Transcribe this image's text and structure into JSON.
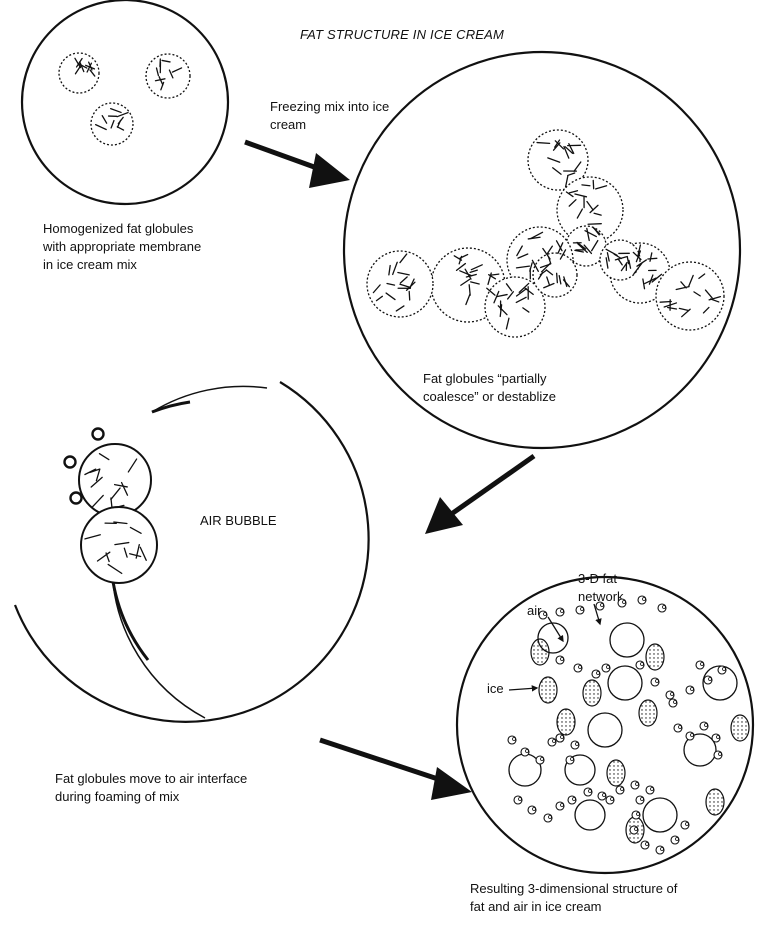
{
  "title": "FAT STRUCTURE IN ICE CREAM",
  "captions": {
    "homogenized": [
      "Homogenized fat globules",
      "with appropriate membrane",
      "in ice cream mix"
    ],
    "freezing": [
      "Freezing mix into ice",
      "cream"
    ],
    "coalesce": [
      "Fat globules “partially",
      "coalesce” or destablize"
    ],
    "air_interface": [
      "Fat globules move to air interface",
      "during foaming of mix"
    ],
    "resulting": [
      "Resulting 3-dimensional structure of",
      "fat and air in ice cream"
    ]
  },
  "labels": {
    "air_bubble": "AIR BUBBLE",
    "network": [
      "3-D fat",
      "network"
    ],
    "air": "air",
    "ice": "ice"
  },
  "colors": {
    "ink": "#111111",
    "paper": "#ffffff"
  }
}
